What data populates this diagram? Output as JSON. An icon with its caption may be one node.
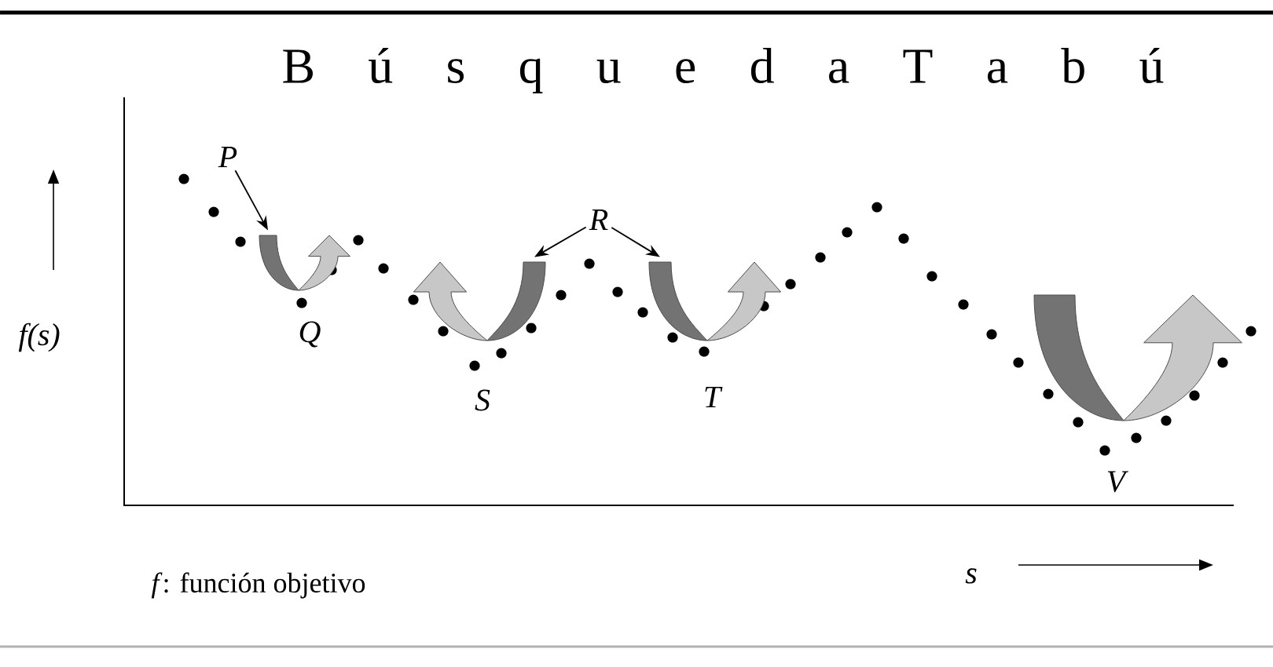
{
  "diagram": {
    "title": "B ú s q u e d a T a b ú",
    "nodes": [
      {
        "text": [
          "P"
        ]
      },
      {
        "text": [
          "R"
        ]
      },
      {
        "text": [],
        "shape": "arrow"
      },
      {
        "text": [],
        "shape": "arrow"
      },
      {
        "text": [],
        "shape": "arrow"
      },
      {
        "text": [],
        "shape": "arrow"
      }
    ],
    "edges": [
      {
        "from": 0,
        "to": 2,
        "arrow": "to"
      },
      {
        "from": 1,
        "to": 3,
        "arrow": "to"
      },
      {
        "from": 1,
        "to": 4,
        "arrow": "to"
      }
    ],
    "labels": [
      "f(s)",
      "Q",
      "S",
      "T",
      "V",
      "*f*: función objetivo",
      "s"
    ]
  }
}
